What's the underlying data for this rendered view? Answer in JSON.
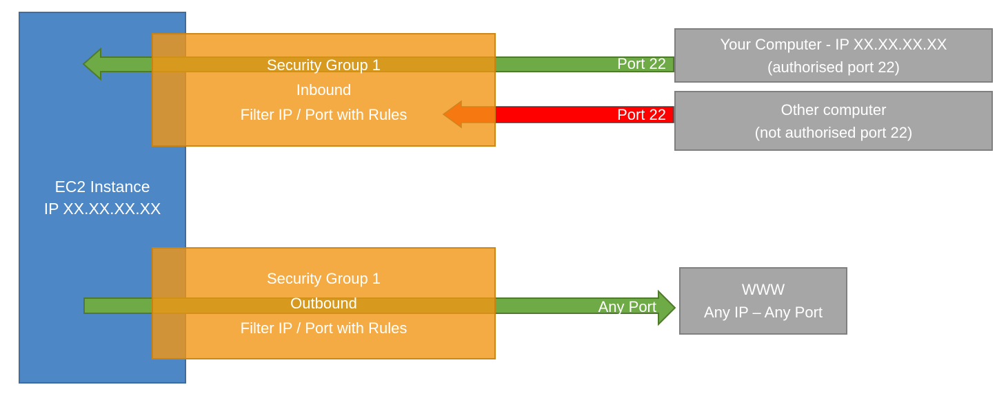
{
  "colors": {
    "ec2_blue": "#4D87C5",
    "ec2_blue_border": "#3E6C9E",
    "security_group_orange": "#F29614",
    "security_group_orange_border": "#C68012",
    "endpoint_gray": "#A6A6A6",
    "endpoint_gray_border": "#7F7F7F",
    "allowed_green": "#6EAA45",
    "allowed_green_border": "#4F7A2E",
    "blocked_red": "#FF0000",
    "blocked_red_border": "#404040",
    "text_white": "#FFFFFF"
  },
  "ec2": {
    "line1": "EC2 Instance",
    "line2": "IP XX.XX.XX.XX"
  },
  "sg_inbound": {
    "line1": "Security Group 1",
    "line2": "Inbound",
    "line3": "Filter IP / Port with Rules"
  },
  "sg_outbound": {
    "line1": "Security Group 1",
    "line2": "Outbound",
    "line3": "Filter IP / Port with Rules"
  },
  "your_computer": {
    "line1": "Your Computer - IP XX.XX.XX.XX",
    "line2": "(authorised port 22)"
  },
  "other_computer": {
    "line1": "Other computer",
    "line2": "(not authorised port 22)"
  },
  "www": {
    "line1": "WWW",
    "line2": "Any IP – Any Port"
  },
  "labels": {
    "inbound_allowed": "Port 22",
    "inbound_blocked": "Port 22",
    "outbound": "Any Port"
  }
}
